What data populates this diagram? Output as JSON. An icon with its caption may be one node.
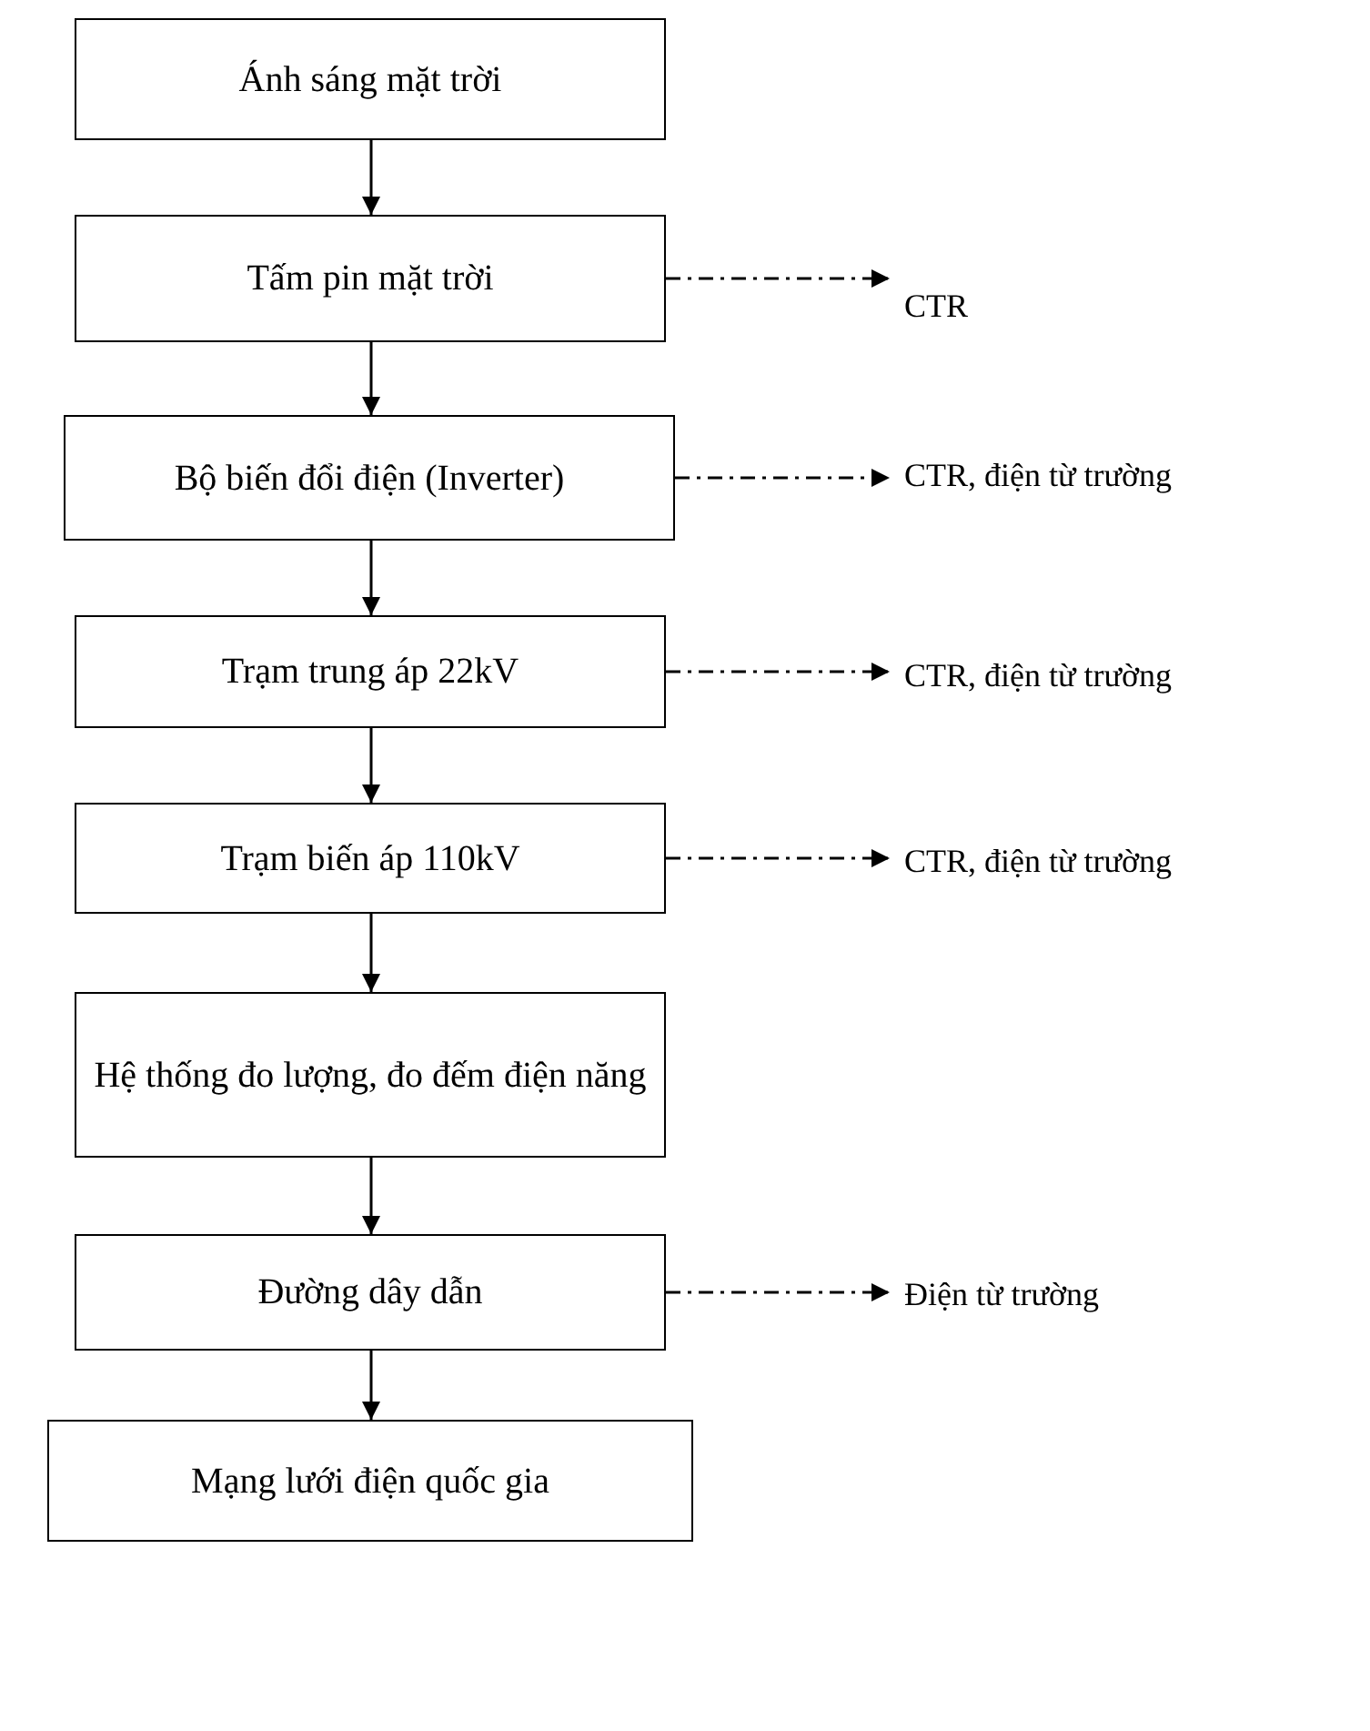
{
  "diagram": {
    "nodes": [
      {
        "text": [
          "Ánh sáng mặt trời"
        ]
      },
      {
        "text": [
          "Tấm pin mặt trời"
        ]
      },
      {
        "text": [
          "Bộ biến đổi điện (Inverter)"
        ]
      },
      {
        "text": [
          "Trạm trung áp 22kV"
        ]
      },
      {
        "text": [
          "Trạm biến áp 110kV"
        ]
      },
      {
        "text": [
          "Hệ thống đo lượng, đo đếm điện năng"
        ]
      },
      {
        "text": [
          "Đường dây dẫn"
        ]
      },
      {
        "text": [
          "Mạng lưới điện quốc gia"
        ]
      },
      {
        "text": [
          "CTR"
        ]
      },
      {
        "text": [
          "CTR, điện từ trường"
        ]
      },
      {
        "text": [
          "CTR, điện từ trường"
        ]
      },
      {
        "text": [
          "CTR, điện từ trường"
        ]
      },
      {
        "text": [
          "Điện từ trường"
        ]
      }
    ],
    "edges": [
      {
        "from": 0,
        "to": 1,
        "arrow": "to"
      },
      {
        "from": 1,
        "to": 2,
        "arrow": "to"
      },
      {
        "from": 2,
        "to": 3,
        "arrow": "to"
      },
      {
        "from": 3,
        "to": 4,
        "arrow": "to"
      },
      {
        "from": 4,
        "to": 5,
        "arrow": "to"
      },
      {
        "from": 5,
        "to": 6,
        "arrow": "to"
      },
      {
        "from": 6,
        "to": 7,
        "arrow": "to"
      },
      {
        "from": 1,
        "to": 8,
        "arrow": "to",
        "style": "dashed"
      },
      {
        "from": 2,
        "to": 9,
        "arrow": "to",
        "style": "dashed"
      },
      {
        "from": 3,
        "to": 10,
        "arrow": "to",
        "style": "dashed"
      },
      {
        "from": 4,
        "to": 11,
        "arrow": "to",
        "style": "dashed"
      },
      {
        "from": 6,
        "to": 12,
        "arrow": "to",
        "style": "dashed"
      }
    ]
  }
}
